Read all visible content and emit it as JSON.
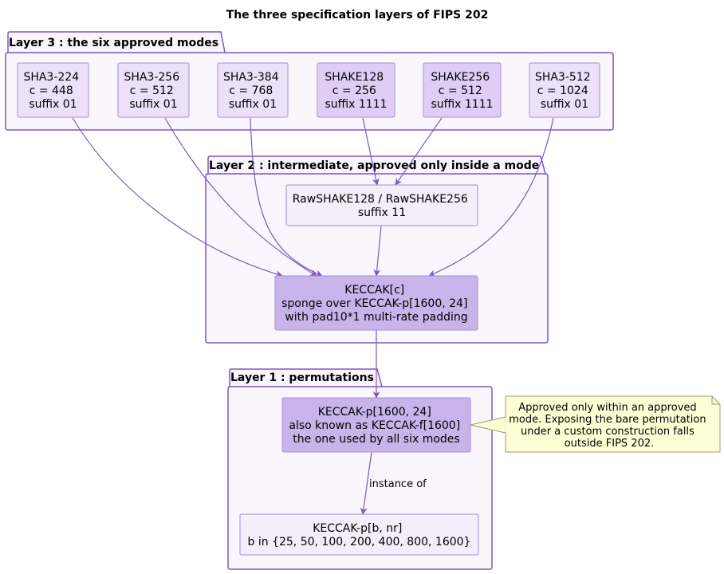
{
  "title": "The three specification layers of FIPS 202",
  "colors": {
    "frame_stroke": "#7e57c2",
    "frame_fill": "#f9f6fd",
    "mode_fill": "#ede0fb",
    "shake_fill": "#dfcdf5",
    "core_fill": "#c8b4ea",
    "light_fill": "#f2eefa",
    "node_stroke": "#a78fcc",
    "note_fill": "#fefed6",
    "note_stroke": "#9a9a72",
    "edge": "#7e57c2"
  },
  "layers": {
    "layer3": {
      "label": "Layer 3 : the six approved modes"
    },
    "layer2": {
      "label": "Layer 2 : intermediate, approved only inside a mode"
    },
    "layer1": {
      "label": "Layer 1 : permutations"
    }
  },
  "nodes": {
    "sha3_224": {
      "lines": [
        "SHA3-224",
        "c = 448",
        "suffix 01"
      ]
    },
    "sha3_256": {
      "lines": [
        "SHA3-256",
        "c = 512",
        "suffix 01"
      ]
    },
    "sha3_384": {
      "lines": [
        "SHA3-384",
        "c = 768",
        "suffix 01"
      ]
    },
    "shake128": {
      "lines": [
        "SHAKE128",
        "c = 256",
        "suffix 1111"
      ]
    },
    "shake256": {
      "lines": [
        "SHAKE256",
        "c = 512",
        "suffix 1111"
      ]
    },
    "sha3_512": {
      "lines": [
        "SHA3-512",
        "c = 1024",
        "suffix 01"
      ]
    },
    "rawshake": {
      "lines": [
        "RawSHAKE128 / RawSHAKE256",
        "suffix 11"
      ]
    },
    "keccak_c": {
      "lines": [
        "KECCAK[c]",
        "sponge over KECCAK-p[1600, 24]",
        "with pad10*1 multi-rate padding"
      ]
    },
    "keccak_p1600": {
      "lines": [
        "KECCAK-p[1600, 24]",
        "also known as KECCAK-f[1600]",
        "the one used by all six modes"
      ]
    },
    "keccak_pb": {
      "lines": [
        "KECCAK-p[b, nr]",
        "b in {25, 50, 100, 200, 400, 800, 1600}"
      ]
    }
  },
  "note": {
    "lines": [
      "Approved only within an approved",
      "mode. Exposing the bare permutation",
      "under a custom construction falls",
      "outside FIPS 202."
    ]
  },
  "edges": {
    "instance_label": "instance of"
  }
}
